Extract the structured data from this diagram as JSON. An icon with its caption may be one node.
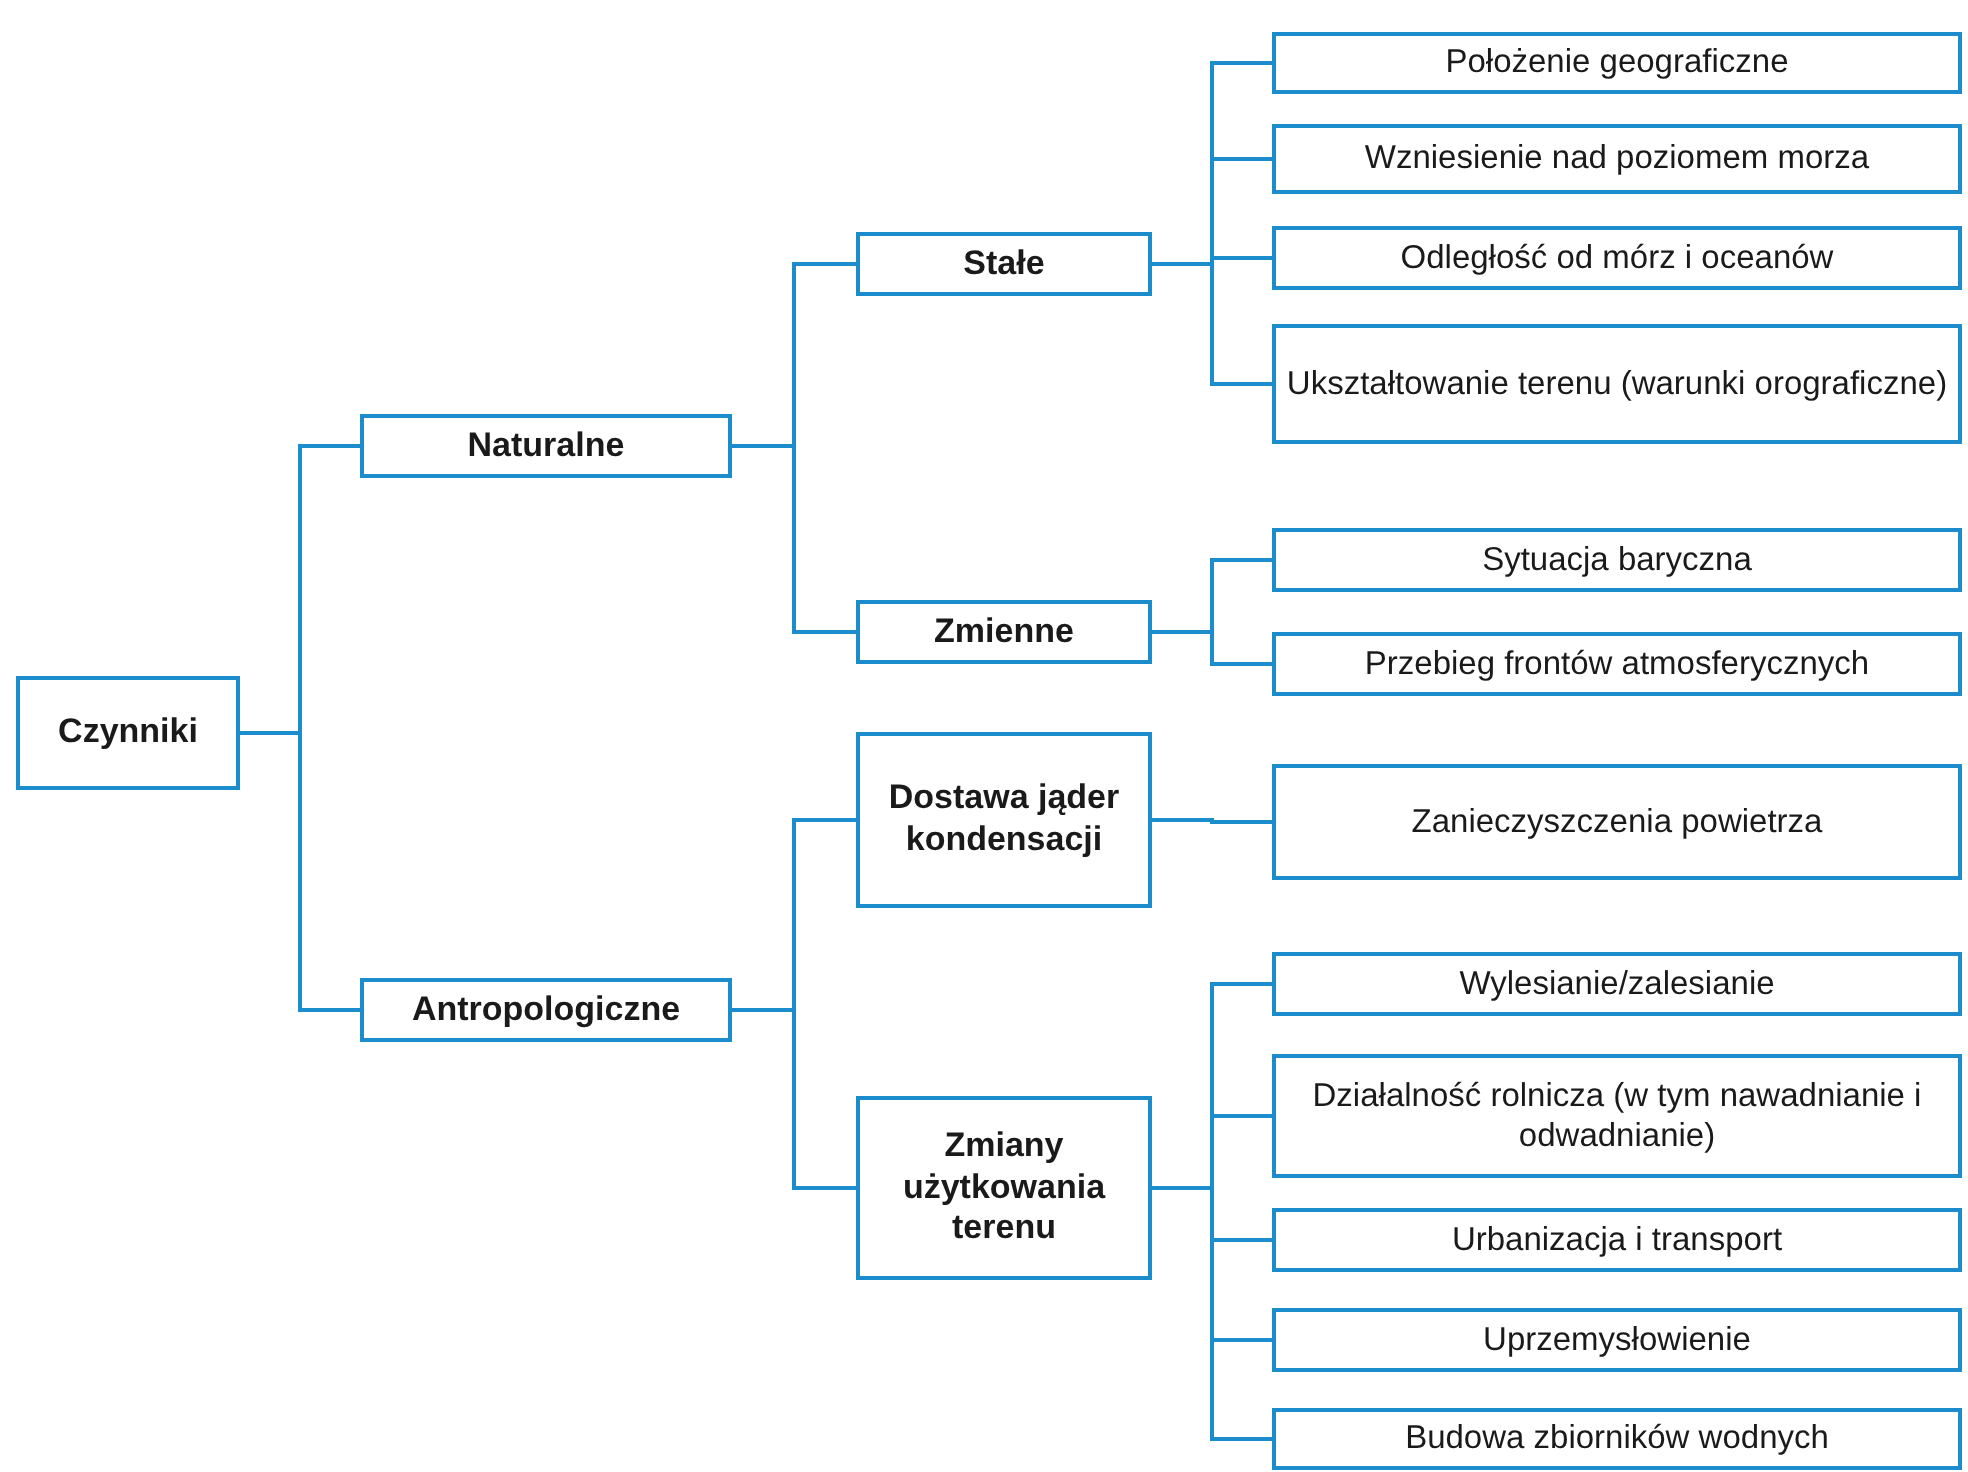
{
  "diagram": {
    "nodes": [
      {
        "text": [
          "Czynniki"
        ]
      },
      {
        "text": [
          "Naturalne"
        ]
      },
      {
        "text": [
          "Antropologiczne"
        ]
      },
      {
        "text": [
          "Stałe"
        ]
      },
      {
        "text": [
          "Zmienne"
        ]
      },
      {
        "text": [
          "Dostawa jąder kondensacji"
        ]
      },
      {
        "text": [
          "Zmiany użytkowania terenu"
        ]
      },
      {
        "text": [
          "Położenie geograficzne"
        ]
      },
      {
        "text": [
          "Wzniesienie nad poziomem morza"
        ]
      },
      {
        "text": [
          "Odległość od mórz i oceanów"
        ]
      },
      {
        "text": [
          "Ukształtowanie terenu (warunki orograficzne)"
        ]
      },
      {
        "text": [
          "Sytuacja baryczna"
        ]
      },
      {
        "text": [
          "Przebieg frontów atmosferycznych"
        ]
      },
      {
        "text": [
          "Zanieczyszczenia powietrza"
        ]
      },
      {
        "text": [
          "Wylesianie/zalesianie"
        ]
      },
      {
        "text": [
          "Działalność rolnicza (w tym nawadnianie i odwadnianie)"
        ]
      },
      {
        "text": [
          "Urbanizacja i transport"
        ]
      },
      {
        "text": [
          "Uprzemysłowienie"
        ]
      },
      {
        "text": [
          "Budowa zbiorników wodnych"
        ]
      }
    ],
    "edges": [
      {
        "from": 0,
        "to": 1,
        "arrow": "none"
      },
      {
        "from": 0,
        "to": 2,
        "arrow": "none"
      },
      {
        "from": 1,
        "to": 3,
        "arrow": "none"
      },
      {
        "from": 1,
        "to": 4,
        "arrow": "none"
      },
      {
        "from": 2,
        "to": 5,
        "arrow": "none"
      },
      {
        "from": 2,
        "to": 6,
        "arrow": "none"
      },
      {
        "from": 3,
        "to": 7,
        "arrow": "none"
      },
      {
        "from": 3,
        "to": 8,
        "arrow": "none"
      },
      {
        "from": 3,
        "to": 9,
        "arrow": "none"
      },
      {
        "from": 3,
        "to": 10,
        "arrow": "none"
      },
      {
        "from": 4,
        "to": 11,
        "arrow": "none"
      },
      {
        "from": 4,
        "to": 12,
        "arrow": "none"
      },
      {
        "from": 5,
        "to": 13,
        "arrow": "none"
      },
      {
        "from": 6,
        "to": 14,
        "arrow": "none"
      },
      {
        "from": 6,
        "to": 15,
        "arrow": "none"
      },
      {
        "from": 6,
        "to": 16,
        "arrow": "none"
      },
      {
        "from": 6,
        "to": 17,
        "arrow": "none"
      },
      {
        "from": 6,
        "to": 18,
        "arrow": "none"
      }
    ]
  }
}
